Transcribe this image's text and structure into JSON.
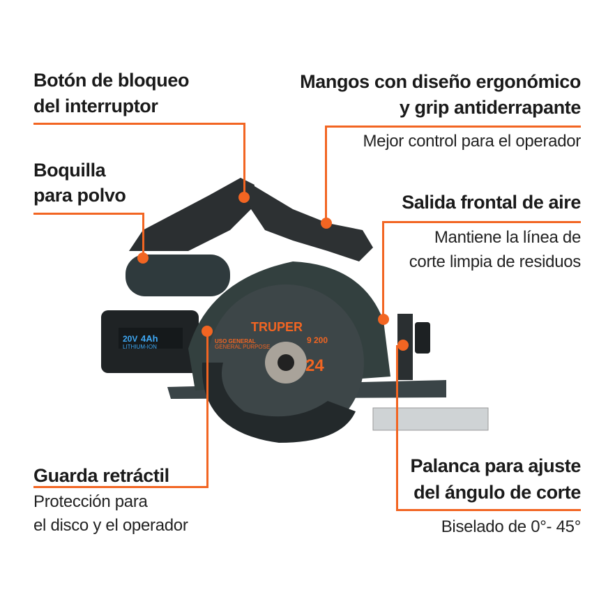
{
  "accent_color": "#f26522",
  "callouts": {
    "lock_button": {
      "title_1": "Botón de bloqueo",
      "title_2": "del interruptor"
    },
    "dust_nozzle": {
      "title_1": "Boquilla",
      "title_2": "para polvo"
    },
    "handles": {
      "title_1": "Mangos con diseño ergonómico",
      "title_2": "y grip antiderrapante",
      "subtitle": "Mejor control para el operador"
    },
    "air_outlet": {
      "title": "Salida frontal de aire",
      "subtitle_1": "Mantiene la línea de",
      "subtitle_2": "corte limpia de residuos"
    },
    "guard": {
      "title": "Guarda retráctil",
      "subtitle_1": "Protección para",
      "subtitle_2": "el disco y el operador"
    },
    "bevel_lever": {
      "title_1": "Palanca para ajuste",
      "title_2": "del ángulo de corte",
      "subtitle": "Biselado de 0°- 45°"
    }
  },
  "product": {
    "brand": "TRUPER",
    "battery": {
      "voltage": "20V",
      "capacity": "4Ah",
      "type": "LITHIUM-ION"
    },
    "blade": {
      "use_es": "USO GENERAL",
      "use_en": "GENERAL PURPOSE",
      "speed": "9 200",
      "teeth": "24"
    }
  }
}
